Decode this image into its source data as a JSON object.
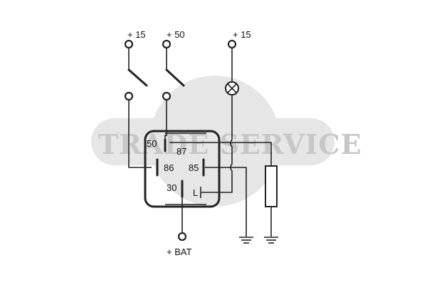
{
  "watermark": {
    "text": "TRADE SERVICE"
  },
  "supply": {
    "left_label": "+ 15",
    "middle_label": "+ 50",
    "right_label": "+ 15",
    "battery_label": "+ BAT"
  },
  "relay": {
    "pins": {
      "p50": "50",
      "p87": "87",
      "p86": "86",
      "p85": "85",
      "p30": "30",
      "pL": "L"
    }
  },
  "colors": {
    "line": "#222222",
    "watermark_disc": "#e6e6e6",
    "watermark_text": "#c7c7c7"
  }
}
